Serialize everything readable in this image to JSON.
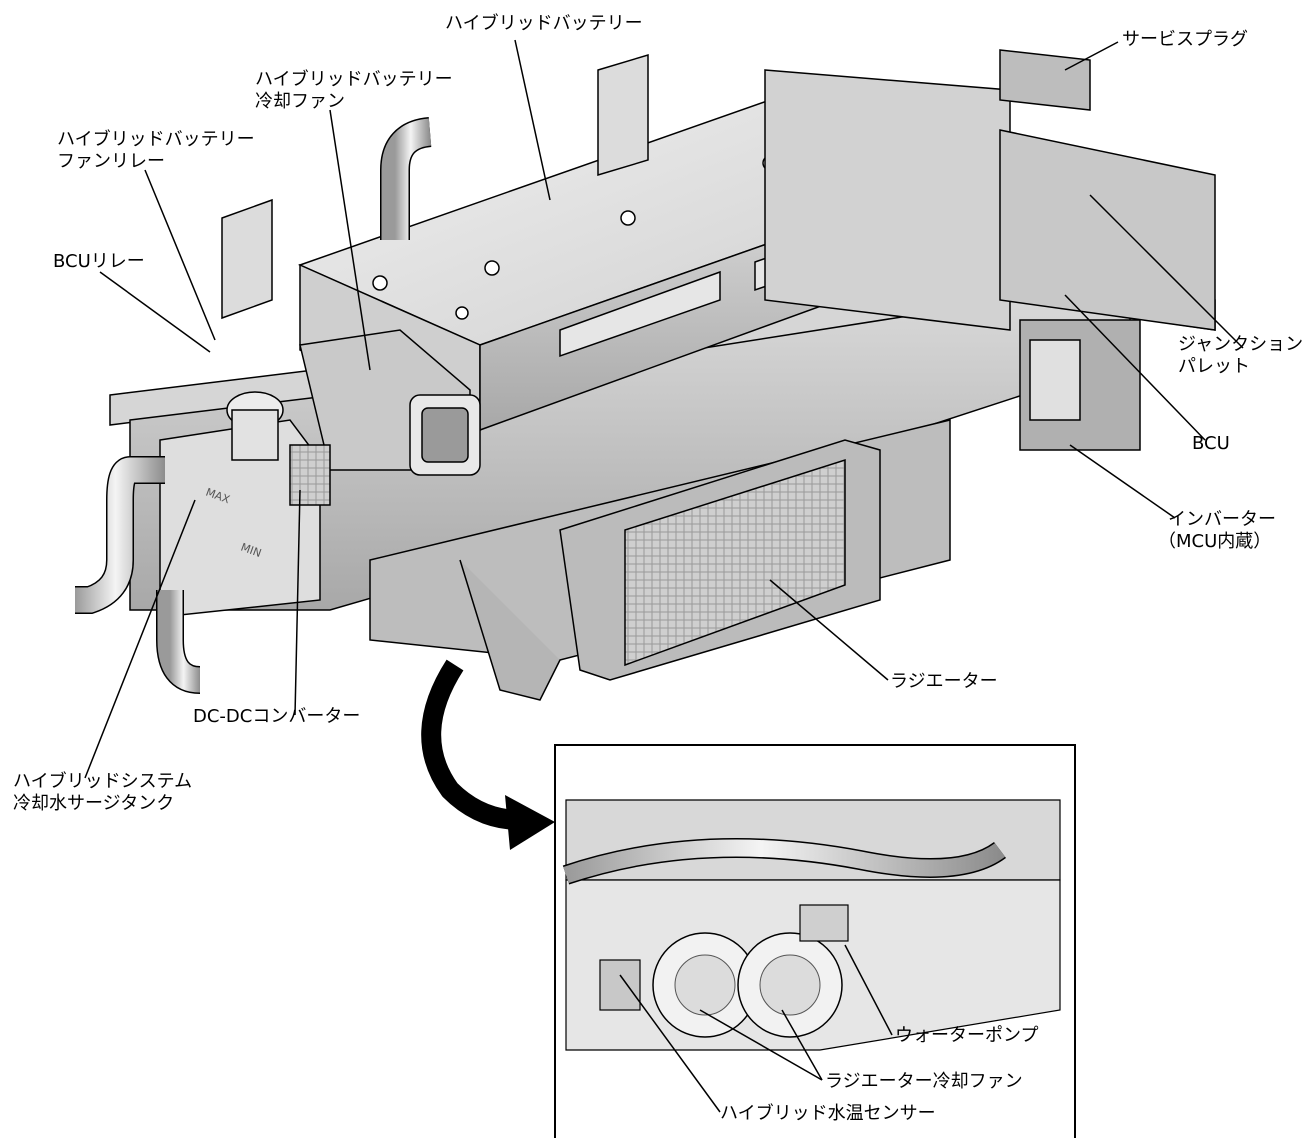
{
  "labels": {
    "hybrid_battery": "ハイブリッドバッテリー",
    "service_plug": "サービスプラグ",
    "battery_cooling_fan_line1": "ハイブリッドバッテリー",
    "battery_cooling_fan_line2": "冷却ファン",
    "battery_fan_relay_line1": "ハイブリッドバッテリー",
    "battery_fan_relay_line2": "ファンリレー",
    "bcu_relay": "BCUリレー",
    "junction_pallet_line1": "ジャンクション",
    "junction_pallet_line2": "パレット",
    "bcu": "BCU",
    "inverter_line1": "インバーター",
    "inverter_line2": "（MCU内蔵）",
    "radiator": "ラジエーター",
    "dcdc_converter": "DC-DCコンバーター",
    "surge_tank_line1": "ハイブリッドシステム",
    "surge_tank_line2": "冷却水サージタンク",
    "water_pump": "ウォーターポンプ",
    "radiator_cooling_fan": "ラジエーター冷却ファン",
    "hybrid_water_temp_sensor": "ハイブリッド水温センサー"
  },
  "gauge_marks": {
    "max": "MAX",
    "min": "MIN"
  },
  "colors": {
    "line": "#000000",
    "metal_light": "#e4e4e4",
    "metal_mid": "#c4c4c4",
    "metal_dark": "#8a8a8a",
    "background": "#ffffff"
  }
}
